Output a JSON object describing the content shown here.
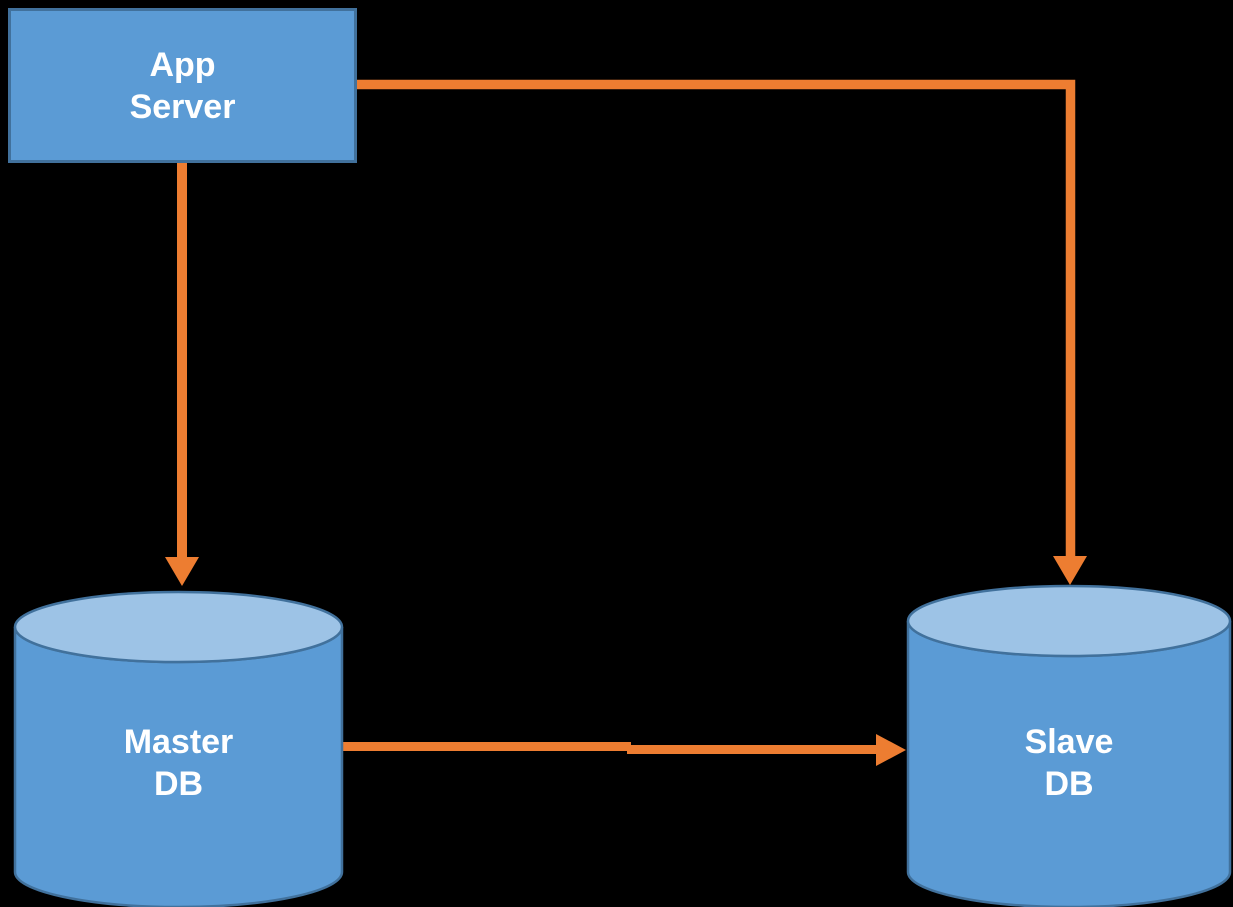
{
  "diagram": {
    "background": "#000000",
    "colors": {
      "node_fill": "#5B9BD5",
      "node_border": "#41719C",
      "cylinder_top_fill": "#9DC3E6",
      "arrow": "#ED7D31",
      "label_text": "#FFFFFF"
    },
    "nodes": {
      "app_server": {
        "label": "App\nServer",
        "shape": "rectangle"
      },
      "master_db": {
        "label": "Master\nDB",
        "shape": "cylinder"
      },
      "slave_db": {
        "label": "Slave\nDB",
        "shape": "cylinder"
      }
    },
    "edges": [
      {
        "from": "app_server",
        "to": "master_db",
        "style": "straight-arrow"
      },
      {
        "from": "app_server",
        "to": "slave_db",
        "style": "elbow-arrow"
      },
      {
        "from": "master_db",
        "to": "slave_db",
        "style": "straight-arrow"
      }
    ]
  }
}
